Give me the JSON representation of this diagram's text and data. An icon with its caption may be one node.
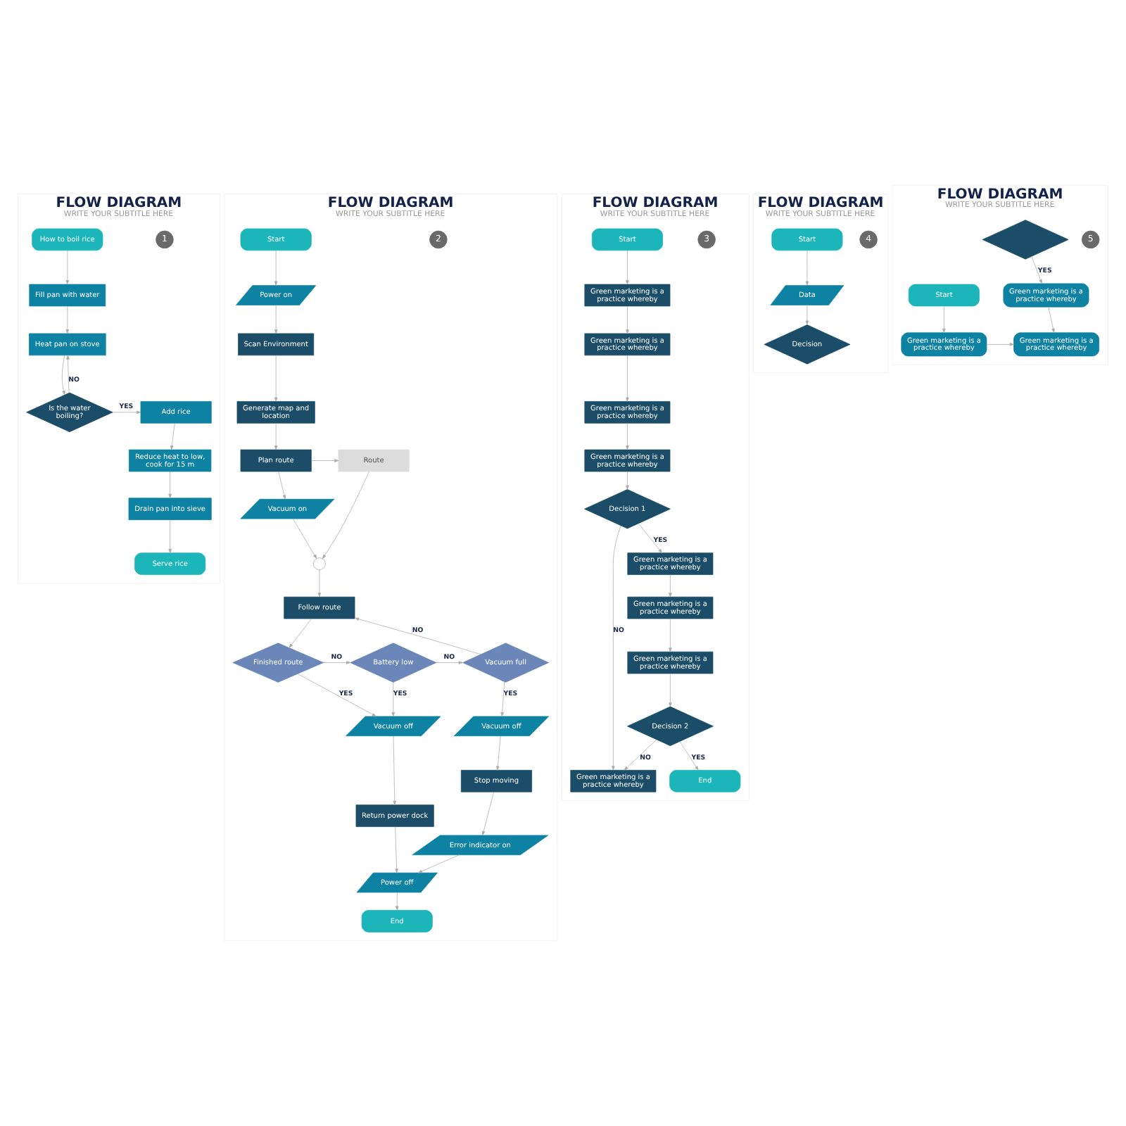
{
  "diagram": {
    "nodes": [
      {
        "text": [
          "FLOW DIAGRAM",
          "WRITE YOUR SUBTITLE HERE"
        ]
      },
      {
        "text": [
          "1"
        ],
        "in": 0
      },
      {
        "text": [
          "How to boil rice"
        ],
        "in": 0
      },
      {
        "text": [
          "Fill pan with water"
        ],
        "in": 0
      },
      {
        "text": [
          "Heat pan on stove"
        ],
        "in": 0
      },
      {
        "text": [
          "Is the water boiling?"
        ],
        "in": 0
      },
      {
        "text": [
          "Add rice"
        ],
        "in": 0
      },
      {
        "text": [
          "Reduce heat to low, cook for 15 m"
        ],
        "in": 0
      },
      {
        "text": [
          "Drain pan into sieve"
        ],
        "in": 0
      },
      {
        "text": [
          "Serve rice"
        ],
        "in": 0
      },
      {
        "text": [
          "FLOW DIAGRAM",
          "WRITE YOUR SUBTITLE HERE"
        ]
      },
      {
        "text": [
          "2"
        ],
        "in": 10
      },
      {
        "text": [
          "Start"
        ],
        "in": 10
      },
      {
        "text": [
          "Power on"
        ],
        "in": 10
      },
      {
        "text": [
          "Scan Environment"
        ],
        "in": 10
      },
      {
        "text": [
          "Generate map and location"
        ],
        "in": 10
      },
      {
        "text": [
          "Plan route"
        ],
        "in": 10
      },
      {
        "text": [
          "Route"
        ],
        "in": 10
      },
      {
        "text": [
          "Vacuum on"
        ],
        "in": 10
      },
      {
        "text": [],
        "shape": "circle",
        "in": 10
      },
      {
        "text": [
          "Follow route"
        ],
        "in": 10
      },
      {
        "text": [
          "Finished route"
        ],
        "in": 10
      },
      {
        "text": [
          "Battery low"
        ],
        "in": 10
      },
      {
        "text": [
          "Vacuum full"
        ],
        "in": 10
      },
      {
        "text": [
          "Vacuum off"
        ],
        "in": 10
      },
      {
        "text": [
          "Return power dock"
        ],
        "in": 10
      },
      {
        "text": [
          "Power off"
        ],
        "in": 10
      },
      {
        "text": [
          "End"
        ],
        "in": 10
      },
      {
        "text": [
          "Vacuum off"
        ],
        "in": 10
      },
      {
        "text": [
          "Stop moving"
        ],
        "in": 10
      },
      {
        "text": [
          "Error indicator on"
        ],
        "in": 10
      },
      {
        "text": [
          "FLOW DIAGRAM",
          "WRITE YOUR SUBTITLE HERE"
        ]
      },
      {
        "text": [
          "3"
        ],
        "in": 31
      },
      {
        "text": [
          "Start"
        ],
        "in": 31
      },
      {
        "text": [
          "Green marketing is a practice whereby"
        ],
        "in": 31
      },
      {
        "text": [
          "Green marketing is a practice whereby"
        ],
        "in": 31
      },
      {
        "text": [
          "Green marketing is a practice whereby"
        ],
        "in": 31
      },
      {
        "text": [
          "Green marketing is a practice whereby"
        ],
        "in": 31
      },
      {
        "text": [
          "Decision 1"
        ],
        "in": 31
      },
      {
        "text": [
          "Green marketing is a practice whereby"
        ],
        "in": 31
      },
      {
        "text": [
          "Green marketing is a practice whereby"
        ],
        "in": 31
      },
      {
        "text": [
          "Green marketing is a practice whereby"
        ],
        "in": 31
      },
      {
        "text": [
          "Green marketing is a practice whereby"
        ],
        "in": 31
      },
      {
        "text": [
          "Decision 2"
        ],
        "in": 31
      },
      {
        "text": [
          "End"
        ],
        "in": 31
      },
      {
        "text": [
          "FLOW DIAGRAM",
          "WRITE YOUR SUBTITLE HERE"
        ]
      },
      {
        "text": [
          "4"
        ],
        "in": 45
      },
      {
        "text": [
          "Start"
        ],
        "in": 45
      },
      {
        "text": [
          "Data"
        ],
        "in": 45
      },
      {
        "text": [
          "Decision"
        ],
        "in": 45
      },
      {
        "text": [
          "FLOW DIAGRAM",
          "WRITE YOUR SUBTITLE HERE"
        ]
      },
      {
        "text": [
          "5"
        ],
        "in": 50
      },
      {
        "text": [
          "Start"
        ],
        "in": 50
      },
      {
        "text": [
          "Green marketing is a practice whereby"
        ],
        "in": 50
      },
      {
        "text": [
          "Green marketing is a practice whereby"
        ],
        "in": 50
      },
      {
        "text": [
          "Green marketing is a practice whereby"
        ],
        "in": 50
      },
      {
        "text": [],
        "shape": "diamond",
        "in": 50
      }
    ],
    "edges": [
      {
        "from": 2,
        "to": 3,
        "arrow": "to"
      },
      {
        "from": 3,
        "to": 4,
        "arrow": "to"
      },
      {
        "from": 4,
        "to": 5,
        "arrow": "to"
      },
      {
        "from": 5,
        "to": 4,
        "arrow": "to",
        "label": "NO"
      },
      {
        "from": 5,
        "to": 6,
        "arrow": "to",
        "label": "YES"
      },
      {
        "from": 6,
        "to": 7,
        "arrow": "to"
      },
      {
        "from": 7,
        "to": 8,
        "arrow": "to"
      },
      {
        "from": 8,
        "to": 9,
        "arrow": "to"
      },
      {
        "from": 12,
        "to": 13,
        "arrow": "to"
      },
      {
        "from": 13,
        "to": 14,
        "arrow": "to"
      },
      {
        "from": 14,
        "to": 15,
        "arrow": "to"
      },
      {
        "from": 15,
        "to": 16,
        "arrow": "to"
      },
      {
        "from": 16,
        "to": 17,
        "arrow": "to"
      },
      {
        "from": 16,
        "to": 18,
        "arrow": "to"
      },
      {
        "from": 17,
        "to": 19,
        "arrow": "to"
      },
      {
        "from": 18,
        "to": 19,
        "arrow": "to"
      },
      {
        "from": 19,
        "to": 20,
        "arrow": "to"
      },
      {
        "from": 20,
        "to": 21,
        "arrow": "to"
      },
      {
        "from": 21,
        "to": 22,
        "arrow": "to",
        "label": "NO"
      },
      {
        "from": 22,
        "to": 23,
        "arrow": "to",
        "label": "NO"
      },
      {
        "from": 23,
        "to": 20,
        "arrow": "to",
        "label": "NO"
      },
      {
        "from": 21,
        "to": 24,
        "arrow": "to",
        "label": "YES"
      },
      {
        "from": 22,
        "to": 24,
        "arrow": "to",
        "label": "YES"
      },
      {
        "from": 24,
        "to": 25,
        "arrow": "to"
      },
      {
        "from": 25,
        "to": 26,
        "arrow": "to"
      },
      {
        "from": 26,
        "to": 27,
        "arrow": "to"
      },
      {
        "from": 23,
        "to": 28,
        "arrow": "to",
        "label": "YES"
      },
      {
        "from": 28,
        "to": 29,
        "arrow": "to"
      },
      {
        "from": 29,
        "to": 30,
        "arrow": "to"
      },
      {
        "from": 30,
        "to": 26,
        "arrow": "to"
      },
      {
        "from": 33,
        "to": 34,
        "arrow": "to"
      },
      {
        "from": 34,
        "to": 35,
        "arrow": "to"
      },
      {
        "from": 35,
        "to": 36,
        "arrow": "to"
      },
      {
        "from": 36,
        "to": 37,
        "arrow": "to"
      },
      {
        "from": 37,
        "to": 38,
        "arrow": "to"
      },
      {
        "from": 38,
        "to": 39,
        "arrow": "to",
        "label": "NO"
      },
      {
        "from": 38,
        "to": 40,
        "arrow": "to",
        "label": "YES"
      },
      {
        "from": 40,
        "to": 41,
        "arrow": "to"
      },
      {
        "from": 41,
        "to": 42,
        "arrow": "to"
      },
      {
        "from": 42,
        "to": 43,
        "arrow": "to"
      },
      {
        "from": 43,
        "to": 39,
        "arrow": "to",
        "label": "NO"
      },
      {
        "from": 43,
        "to": 44,
        "arrow": "to",
        "label": "YES"
      },
      {
        "from": 47,
        "to": 48,
        "arrow": "to"
      },
      {
        "from": 48,
        "to": 49,
        "arrow": "to"
      },
      {
        "from": 52,
        "to": 54,
        "arrow": "to"
      },
      {
        "from": 54,
        "to": 55,
        "arrow": "to"
      },
      {
        "from": 53,
        "to": 55,
        "arrow": "to"
      },
      {
        "from": 56,
        "to": 53,
        "arrow": "to",
        "label": "YES"
      }
    ]
  }
}
